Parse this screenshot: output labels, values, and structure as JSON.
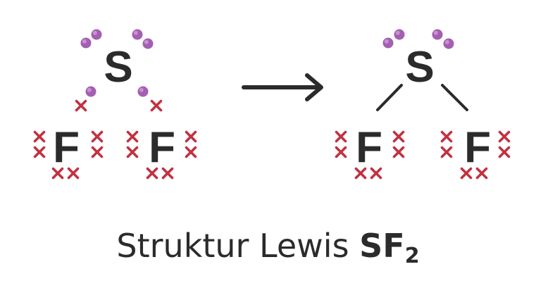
{
  "colors": {
    "ink": "#2b2b2b",
    "sulfur_dot": "#a35fb1",
    "sulfur_dot_light": "#c890d2",
    "fluorine_cross": "#c2313f"
  },
  "icons": {
    "reaction_arrow": "right-arrow-icon",
    "sulfur_electron": "filled-dot",
    "fluorine_electron": "cross-mark"
  },
  "diagram": {
    "left": {
      "sulfur_symbol": "S",
      "fluorine_symbol_1": "F",
      "fluorine_symbol_2": "F"
    },
    "right": {
      "sulfur_symbol": "S",
      "fluorine_symbol_1": "F",
      "fluorine_symbol_2": "F"
    }
  },
  "caption": {
    "prefix": "Struktur Lewis ",
    "formula": "SF",
    "subscript": "2"
  }
}
